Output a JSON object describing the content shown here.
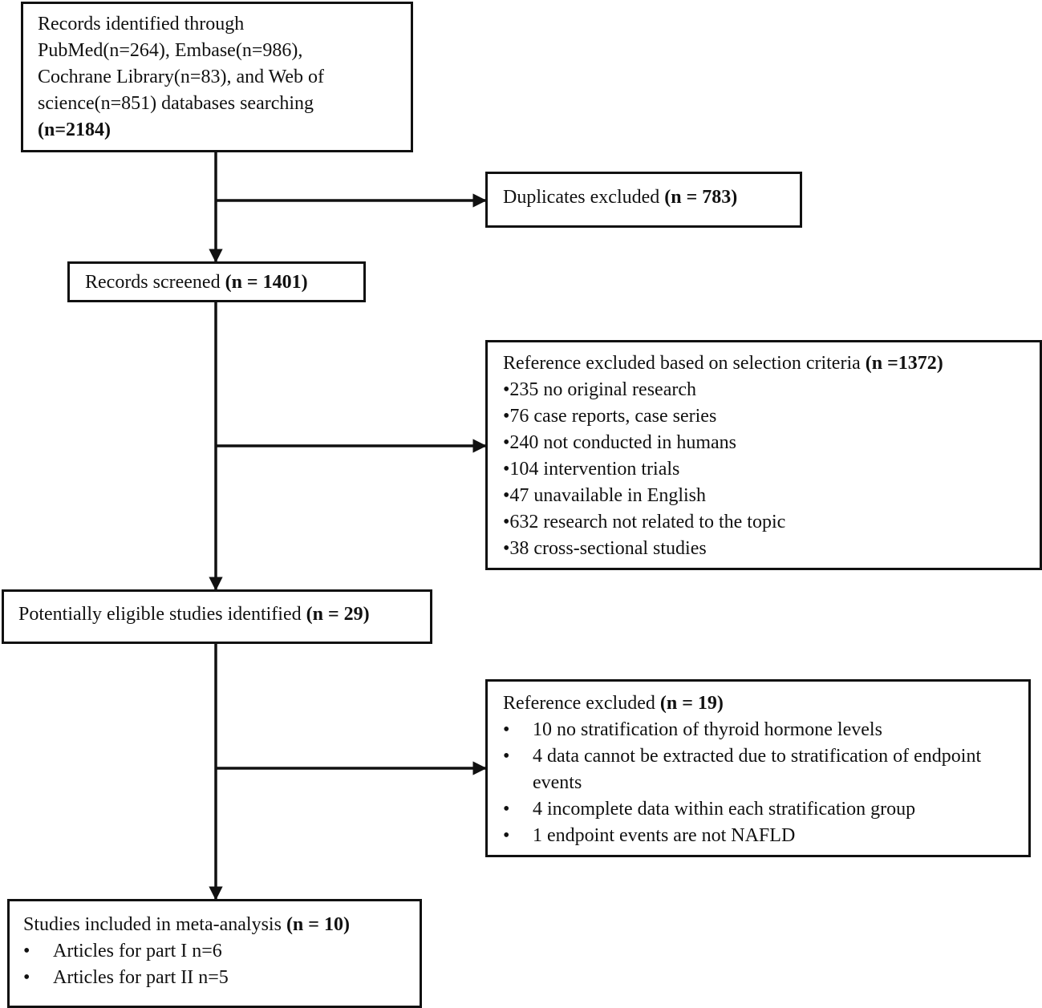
{
  "identified": {
    "lines": [
      "Records identified through",
      "PubMed(n=264), Embase(n=986),",
      "Cochrane Library(n=83), and Web of",
      "science(n=851) databases searching"
    ],
    "count": "(n=2184)"
  },
  "duplicates": {
    "label": "Duplicates excluded ",
    "count": "(n = 783)"
  },
  "screened": {
    "label": "Records screened ",
    "count": "(n = 1401)"
  },
  "selection_excluded": {
    "label": "Reference excluded based on selection criteria ",
    "count": "(n =1372)",
    "items": [
      "•235 no original research",
      "•76 case reports, case series",
      "•240 not conducted in humans",
      "•104 intervention trials",
      "•47 unavailable in English",
      "•632 research not related to the topic",
      "•38 cross-sectional studies"
    ]
  },
  "eligible": {
    "label": "Potentially eligible studies identified ",
    "count": "(n = 29)"
  },
  "ref_excluded": {
    "label": "Reference excluded ",
    "count": "(n = 19)",
    "bullet": "•",
    "items": [
      "10 no stratification of thyroid hormone levels",
      "4 data cannot be extracted due to stratification of endpoint events",
      "4 incomplete data within each stratification group",
      "1 endpoint events are not NAFLD"
    ]
  },
  "included": {
    "label": "Studies included in meta-analysis ",
    "count": "(n = 10)",
    "bullet": "•",
    "items": [
      "Articles for part I n=6",
      "Articles for part II n=5"
    ]
  }
}
